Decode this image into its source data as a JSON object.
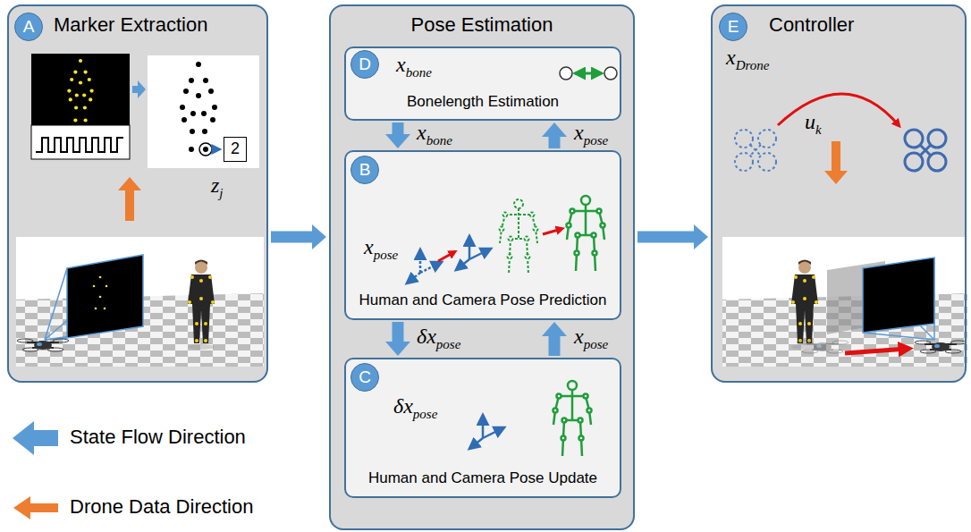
{
  "diagram": {
    "nodes": [
      {
        "text": [
          "Marker Extraction"
        ]
      },
      {
        "text": [
          "A"
        ],
        "in": 0
      },
      {
        "text": [
          "2"
        ],
        "in": 0
      },
      {
        "text": [
          "Pose Estimation"
        ]
      },
      {
        "text": [
          "xbone",
          "Bonelength Estimation"
        ],
        "in": 3
      },
      {
        "text": [
          "D"
        ],
        "in": 4
      },
      {
        "text": [
          "xpose",
          "Human and Camera Pose Prediction"
        ],
        "in": 3
      },
      {
        "text": [
          "B"
        ],
        "in": 6
      },
      {
        "text": [
          "δxpose",
          "Human and Camera Pose Update"
        ],
        "in": 3
      },
      {
        "text": [
          "C"
        ],
        "in": 8
      },
      {
        "text": [
          "Controller"
        ]
      },
      {
        "text": [
          "E"
        ],
        "in": 10
      }
    ],
    "edges": [
      {
        "from": 0,
        "to": 3,
        "arrow": "to"
      },
      {
        "from": 3,
        "to": 10,
        "arrow": "to"
      },
      {
        "from": 4,
        "to": 6,
        "label": "xbone",
        "arrow": "to"
      },
      {
        "from": 6,
        "to": 4,
        "label": "xpose",
        "arrow": "to"
      },
      {
        "from": 6,
        "to": 8,
        "label": "δxpose",
        "arrow": "to"
      },
      {
        "from": 8,
        "to": 6,
        "label": "xpose",
        "arrow": "to"
      }
    ],
    "labels": [
      "zj",
      "xDrone",
      "uk"
    ],
    "legend": [
      {
        "text": "State Flow Direction"
      },
      {
        "text": "Drone Data Direction"
      }
    ]
  }
}
